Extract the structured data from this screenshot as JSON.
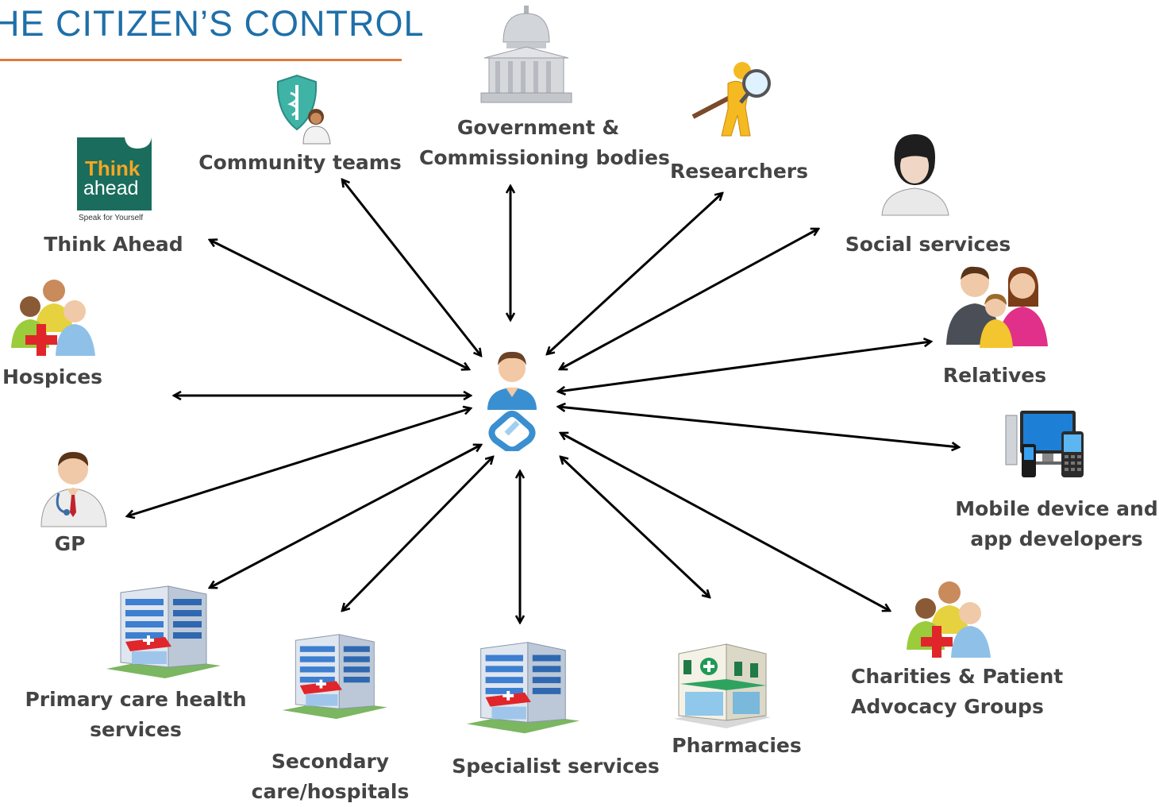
{
  "title": "HE CITIZEN’S CONTROL",
  "colors": {
    "title": "#1f6fa8",
    "rule": "#e2793a",
    "label": "#444444",
    "arrow": "#000000"
  },
  "center": {
    "icon": "citizen-health-record-icon"
  },
  "stakeholders": {
    "government": {
      "line1": "Government &",
      "line2": "Commissioning bodies",
      "icon": "government-building-icon"
    },
    "community": {
      "line1": "Community teams",
      "icon": "medical-shield-nurse-icon"
    },
    "researchers": {
      "line1": "Researchers",
      "icon": "researcher-magnifier-icon"
    },
    "think_ahead": {
      "line1": "Think Ahead",
      "icon": "think-ahead-logo-icon",
      "logo_text": [
        "Think",
        "ahead",
        "Speak for Yourself"
      ]
    },
    "social": {
      "line1": "Social services",
      "icon": "person-silhouette-icon"
    },
    "hospices": {
      "line1": "Hospices",
      "icon": "care-group-icon"
    },
    "relatives": {
      "line1": "Relatives",
      "icon": "family-icon"
    },
    "mobile": {
      "line1": "Mobile device and",
      "line2": "app developers",
      "icon": "devices-icon"
    },
    "gp": {
      "line1": "GP",
      "icon": "doctor-icon"
    },
    "primary": {
      "line1": "Primary care health",
      "line2": "services",
      "icon": "hospital-building-icon"
    },
    "secondary": {
      "line1": "Secondary",
      "line2": "care/hospitals",
      "icon": "hospital-building-icon"
    },
    "specialist": {
      "line1": "Specialist services",
      "icon": "hospital-building-icon"
    },
    "pharmacies": {
      "line1": "Pharmacies",
      "icon": "pharmacy-building-icon"
    },
    "charities": {
      "line1": "Charities & Patient",
      "line2": "Advocacy Groups",
      "icon": "care-group-icon"
    }
  }
}
